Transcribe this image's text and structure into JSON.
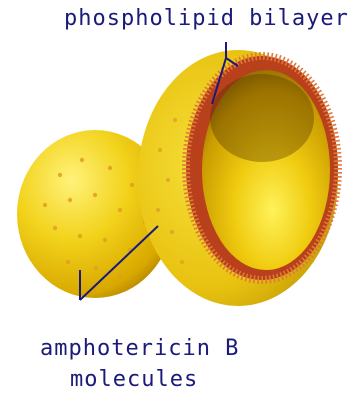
{
  "labels": {
    "top": "phospholipid bilayer",
    "bottom_line1": "amphotericin B",
    "bottom_line2": "molecules"
  },
  "colors": {
    "label_text": "#1a1a7a",
    "leader_line": "#1a1a7a",
    "liposome_yellow": "#f2d21a",
    "liposome_shadow": "#b38a00",
    "bilayer_red": "#b8401a",
    "bilayer_stripe": "#e07a3a",
    "dots": "#e0a020"
  }
}
